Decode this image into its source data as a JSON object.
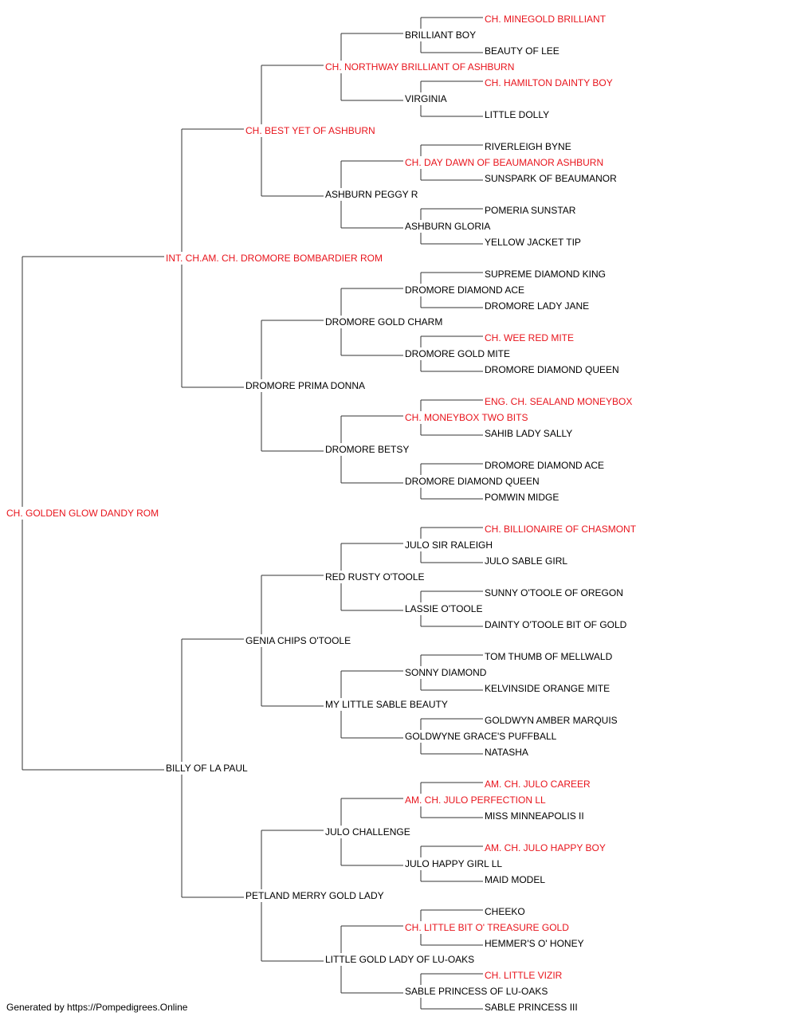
{
  "pedigree": {
    "subject": "CH. GOLDEN GLOW DANDY ROM",
    "sire": "INT. CH.AM. CH. DROMORE BOMBARDIER ROM",
    "dam": "BILLY OF LA PAUL",
    "gen3": [
      "CH. BEST YET OF ASHBURN",
      "DROMORE PRIMA DONNA",
      "GENIA CHIPS O'TOOLE",
      "PETLAND MERRY GOLD LADY"
    ],
    "gen4": [
      "CH. NORTHWAY BRILLIANT OF ASHBURN",
      "ASHBURN PEGGY R",
      "DROMORE GOLD CHARM",
      "DROMORE BETSY",
      "RED RUSTY O'TOOLE",
      "MY LITTLE SABLE BEAUTY",
      "JULO CHALLENGE",
      "LITTLE GOLD LADY OF LU-OAKS"
    ],
    "gen5": [
      "BRILLIANT BOY",
      "VIRGINIA",
      "CH. DAY DAWN OF BEAUMANOR ASHBURN",
      "ASHBURN GLORIA",
      "DROMORE DIAMOND ACE",
      "DROMORE GOLD MITE",
      "CH. MONEYBOX TWO BITS",
      "DROMORE DIAMOND QUEEN",
      "JULO SIR RALEIGH",
      "LASSIE O'TOOLE",
      "SONNY DIAMOND",
      "GOLDWYNE GRACE'S PUFFBALL",
      "AM. CH. JULO PERFECTION LL",
      "JULO HAPPY GIRL LL",
      "CH. LITTLE BIT O' TREASURE GOLD",
      "SABLE PRINCESS OF LU-OAKS"
    ],
    "gen6": [
      "CH. MINEGOLD BRILLIANT",
      "BEAUTY OF LEE",
      "CH. HAMILTON DAINTY BOY",
      "LITTLE DOLLY",
      "RIVERLEIGH BYNE",
      "SUNSPARK OF BEAUMANOR",
      "POMERIA SUNSTAR",
      "YELLOW JACKET TIP",
      "SUPREME DIAMOND KING",
      "DROMORE LADY JANE",
      "CH. WEE RED MITE",
      "DROMORE DIAMOND QUEEN",
      "ENG. CH. SEALAND MONEYBOX",
      "SAHIB LADY SALLY",
      "DROMORE DIAMOND ACE",
      "POMWIN MIDGE",
      "CH. BILLIONAIRE OF CHASMONT",
      "JULO SABLE GIRL",
      "SUNNY O'TOOLE OF OREGON",
      "DAINTY O'TOOLE BIT OF GOLD",
      "TOM THUMB OF MELLWALD",
      "KELVINSIDE ORANGE MITE",
      "GOLDWYN AMBER MARQUIS",
      "NATASHA",
      "AM. CH. JULO CAREER",
      "MISS MINNEAPOLIS II",
      "AM. CH. JULO HAPPY BOY",
      "MAID MODEL",
      "CHEEKO",
      "HEMMER'S O' HONEY",
      "CH. LITTLE VIZIR",
      "SABLE PRINCESS III"
    ]
  },
  "colors": {
    "champion": "#e8141c",
    "normal": "#000000",
    "line": "#333333"
  },
  "footer": "Generated by https://Pompedigrees.Online"
}
